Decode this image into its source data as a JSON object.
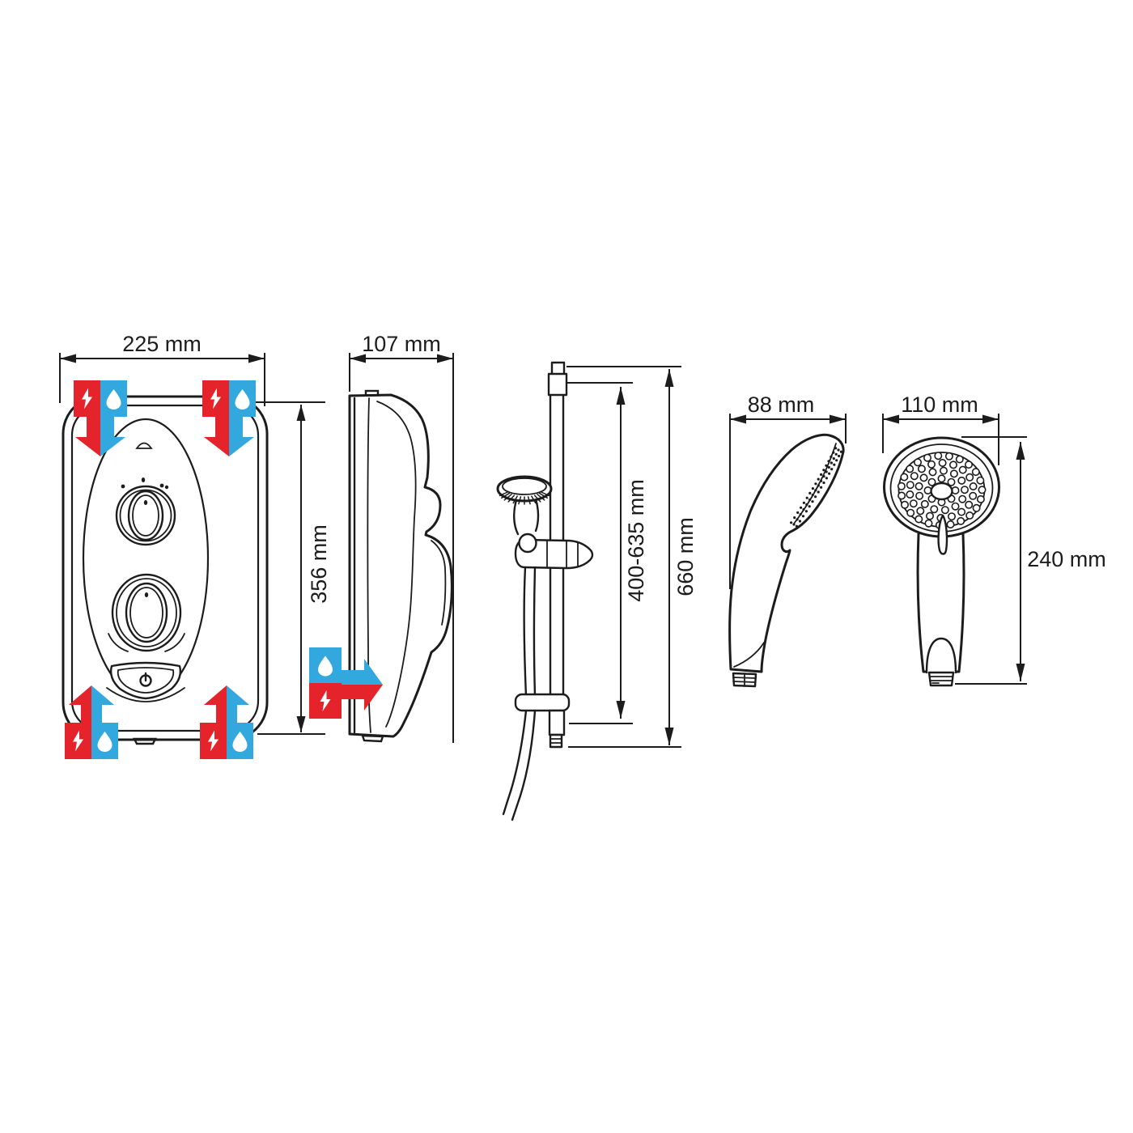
{
  "colors": {
    "outline": "#1c1c1c",
    "electric_red": "#e5232b",
    "water_blue": "#33a8df",
    "background": "#ffffff"
  },
  "icons": {
    "lightning": "electric-supply-entry",
    "water_drop": "water-supply-entry",
    "split_arrow": "supply-entry-direction"
  },
  "dimensions": {
    "front_width": "225 mm",
    "front_height": "356 mm",
    "unit_depth": "107 mm",
    "rail_adjustable_range": "400-635 mm",
    "rail_overall": "660 mm",
    "handset_head_depth": "88 mm",
    "handset_head_diameter": "110 mm",
    "handset_length": "240 mm"
  }
}
